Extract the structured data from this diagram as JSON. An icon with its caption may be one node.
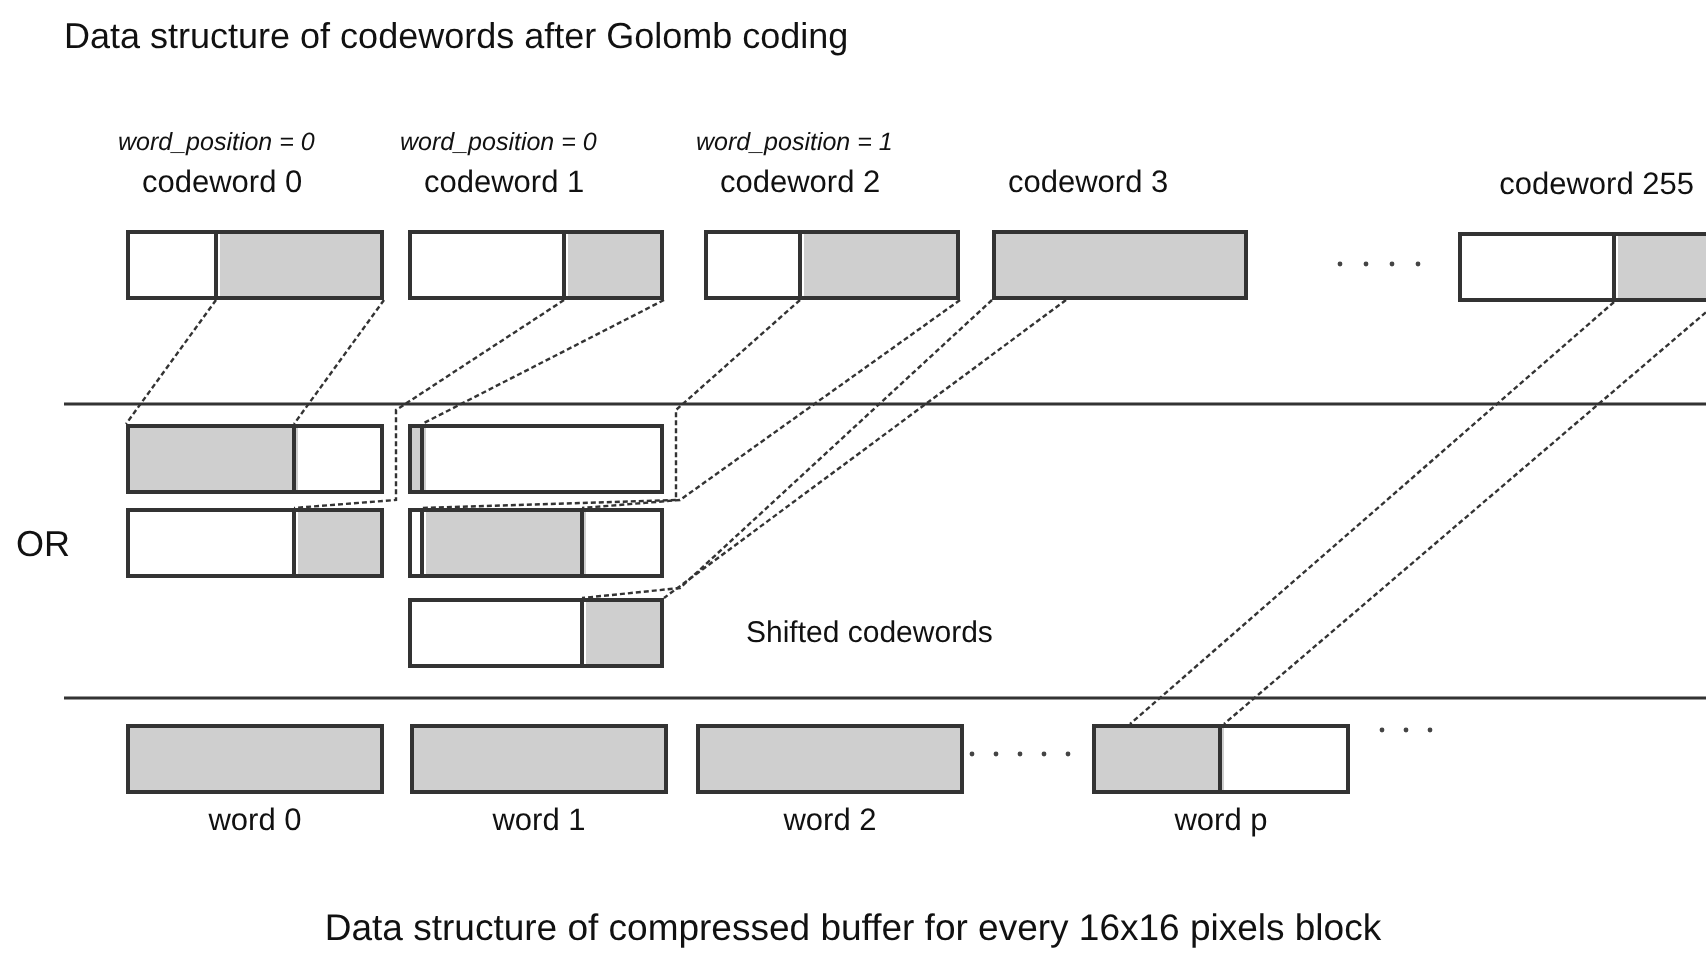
{
  "diagram": {
    "title": "Data structure of codewords after Golomb coding",
    "caption": "Data structure of compressed buffer for every 16x16 pixels block",
    "nodes": [
      {
        "text": [],
        "shape": "box",
        "beside": [
          "word_position = 0",
          "codeword 0"
        ]
      },
      {
        "text": [],
        "shape": "box",
        "beside": [
          "word_position = 0",
          "codeword 1"
        ]
      },
      {
        "text": [],
        "shape": "box",
        "beside": [
          "word_position = 1",
          "codeword 2"
        ]
      },
      {
        "text": [],
        "shape": "box",
        "beside": [
          "codeword 3"
        ]
      },
      {
        "text": [],
        "shape": "box",
        "beside": [
          "codeword 255"
        ]
      },
      {
        "text": [],
        "shape": "box"
      },
      {
        "text": [],
        "shape": "box"
      },
      {
        "text": [],
        "shape": "box"
      },
      {
        "text": [],
        "shape": "box"
      },
      {
        "text": [],
        "shape": "box"
      },
      {
        "text": [],
        "shape": "box",
        "beside": [
          "word 0"
        ]
      },
      {
        "text": [],
        "shape": "box",
        "beside": [
          "word 1"
        ]
      },
      {
        "text": [],
        "shape": "box",
        "beside": [
          "word 2"
        ]
      },
      {
        "text": [],
        "shape": "box",
        "beside": [
          "word p"
        ]
      }
    ],
    "edges": [
      {
        "from": 0,
        "to": 5,
        "arrow": "none",
        "style": "dashed"
      },
      {
        "from": 0,
        "to": 5,
        "arrow": "none",
        "style": "dashed"
      },
      {
        "from": 1,
        "to": 7,
        "arrow": "none",
        "style": "dashed"
      },
      {
        "from": 1,
        "to": 6,
        "arrow": "none",
        "style": "dashed"
      },
      {
        "from": 2,
        "to": 8,
        "arrow": "none",
        "style": "dashed"
      },
      {
        "from": 2,
        "to": 8,
        "arrow": "none",
        "style": "dashed"
      },
      {
        "from": 3,
        "to": 9,
        "arrow": "none",
        "style": "dashed"
      },
      {
        "from": 3,
        "to": 9,
        "arrow": "none",
        "style": "dashed"
      },
      {
        "from": 4,
        "to": 13,
        "arrow": "none",
        "style": "dashed"
      },
      {
        "from": 4,
        "to": 13,
        "arrow": "none",
        "style": "dashed"
      }
    ],
    "labels": [
      "OR",
      "Shifted codewords"
    ]
  }
}
